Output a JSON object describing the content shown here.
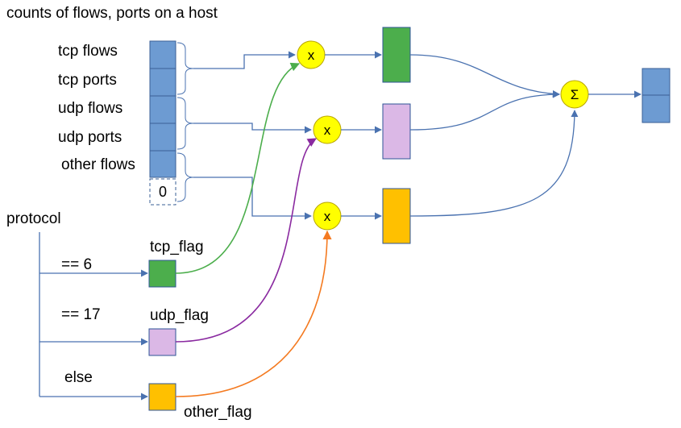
{
  "title": "counts of flows, ports on a host",
  "input_vector": {
    "rows": [
      "tcp flows",
      "tcp ports",
      "udp flows",
      "udp ports",
      "other flows"
    ],
    "pad_value": "0"
  },
  "protocol": {
    "label": "protocol",
    "conditions": [
      "== 6",
      "== 17",
      "else"
    ]
  },
  "flags": [
    "tcp_flag",
    "udp_flag",
    "other_flag"
  ],
  "operators": {
    "multiply": "x",
    "sum": "Σ"
  },
  "colors": {
    "blue": "#6d9bd2",
    "line_blue": "#4a72b0",
    "tcp": "#4cae4c",
    "udp": "#dbb8e6",
    "other": "#ffc000",
    "circle": "#ffff00",
    "tcp_curve": "#4cae4c",
    "udp_curve": "#8a2aa0",
    "other_curve": "#f47a20"
  }
}
